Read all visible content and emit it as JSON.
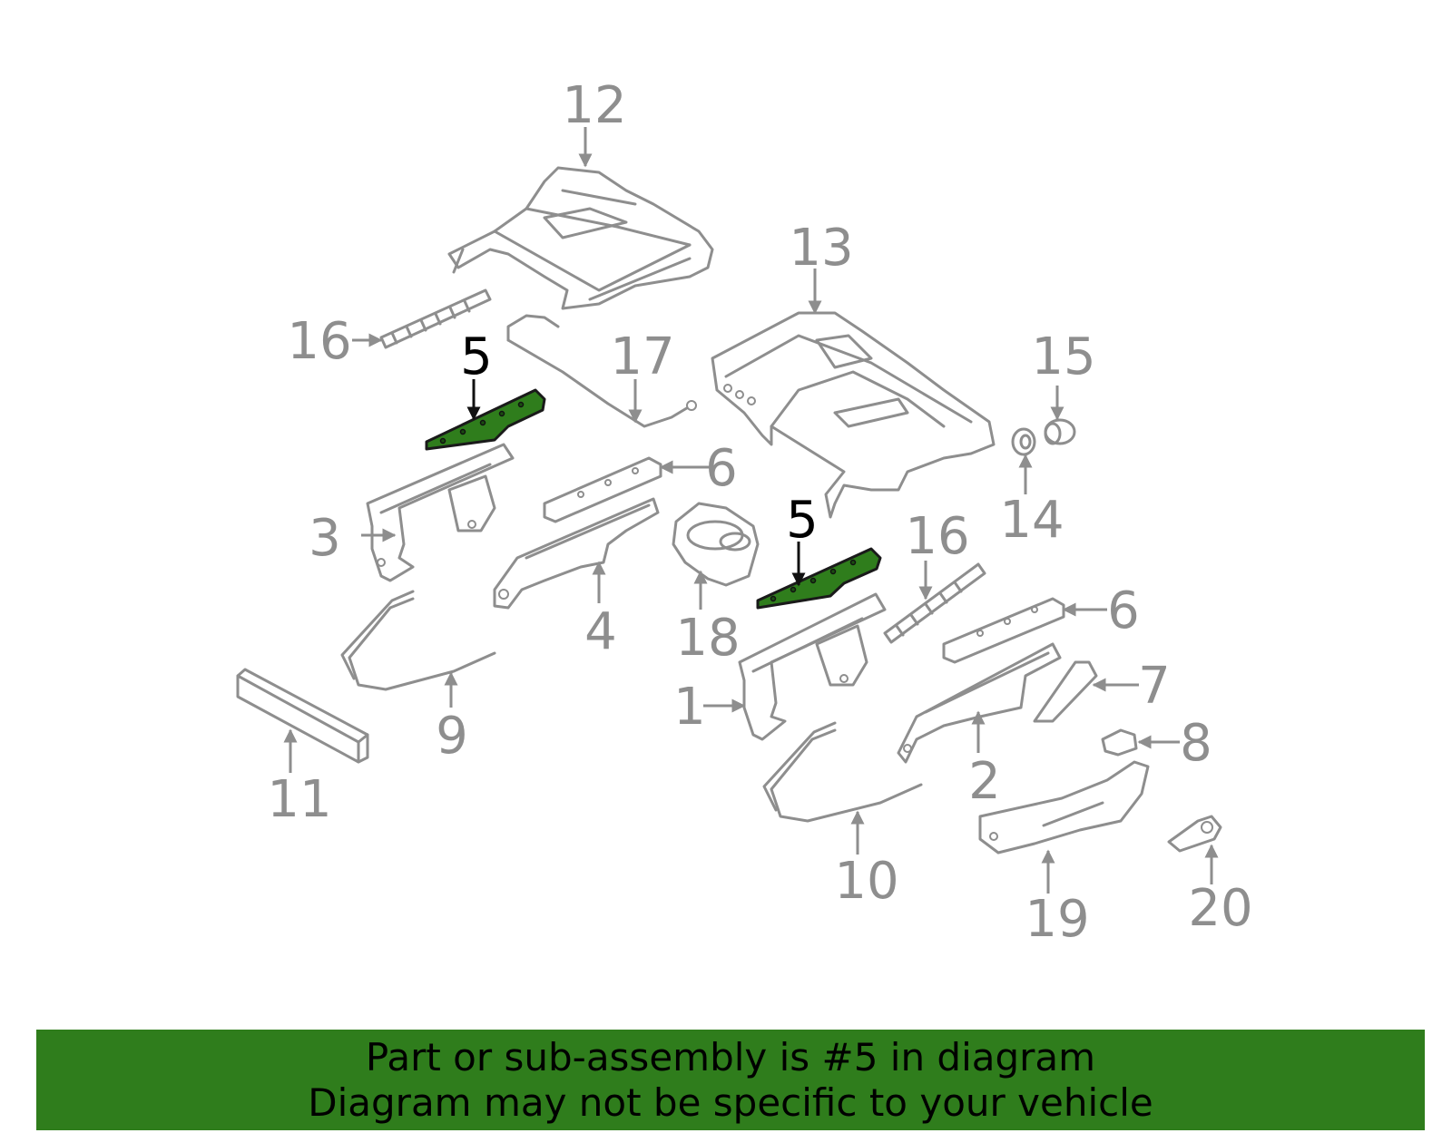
{
  "callouts": {
    "c1": "1",
    "c2": "2",
    "c3": "3",
    "c4": "4",
    "c5a": "5",
    "c5b": "5",
    "c6a": "6",
    "c6b": "6",
    "c7": "7",
    "c8": "8",
    "c9": "9",
    "c10": "10",
    "c11": "11",
    "c12": "12",
    "c13": "13",
    "c14": "14",
    "c15": "15",
    "c16a": "16",
    "c16b": "16",
    "c17": "17",
    "c18": "18",
    "c19": "19",
    "c20": "20"
  },
  "highlighted_part": "5",
  "colors": {
    "highlight": "#2f7d1c",
    "part_outline": "#8e8e8e",
    "highlight_label": "#000000"
  },
  "footer": {
    "line1": "Part or sub-assembly is #5 in diagram",
    "line2": "Diagram may not be specific to your vehicle"
  }
}
